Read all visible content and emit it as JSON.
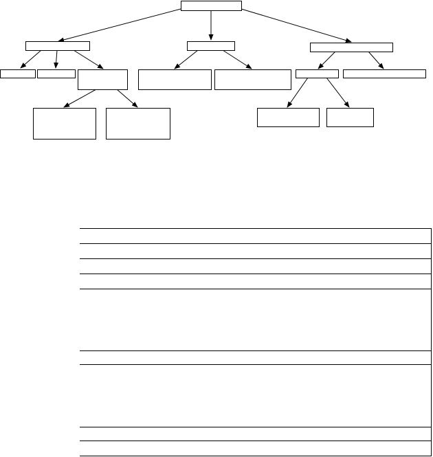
{
  "colors": {
    "background": "#ffffff",
    "stroke": "#000000"
  },
  "tree": {
    "nodes": [
      {
        "id": "root",
        "label": ""
      },
      {
        "id": "branch-left",
        "label": ""
      },
      {
        "id": "branch-middle",
        "label": ""
      },
      {
        "id": "branch-right",
        "label": ""
      },
      {
        "id": "left-child-1",
        "label": ""
      },
      {
        "id": "left-child-2",
        "label": ""
      },
      {
        "id": "left-child-3",
        "label": ""
      },
      {
        "id": "left-grandchild-1",
        "label": ""
      },
      {
        "id": "left-grandchild-2",
        "label": ""
      },
      {
        "id": "middle-child-1",
        "label": ""
      },
      {
        "id": "middle-child-2",
        "label": ""
      },
      {
        "id": "right-child-1",
        "label": ""
      },
      {
        "id": "right-child-2",
        "label": ""
      },
      {
        "id": "right-grandchild-1",
        "label": ""
      },
      {
        "id": "right-grandchild-2",
        "label": ""
      }
    ],
    "edges": [
      [
        "root",
        "branch-left"
      ],
      [
        "root",
        "branch-middle"
      ],
      [
        "root",
        "branch-right"
      ],
      [
        "branch-left",
        "left-child-1"
      ],
      [
        "branch-left",
        "left-child-2"
      ],
      [
        "branch-left",
        "left-child-3"
      ],
      [
        "left-child-3",
        "left-grandchild-1"
      ],
      [
        "left-child-3",
        "left-grandchild-2"
      ],
      [
        "branch-middle",
        "middle-child-1"
      ],
      [
        "branch-middle",
        "middle-child-2"
      ],
      [
        "branch-right",
        "right-child-1"
      ],
      [
        "branch-right",
        "right-child-2"
      ],
      [
        "right-child-1",
        "right-grandchild-1"
      ],
      [
        "right-child-1",
        "right-grandchild-2"
      ]
    ]
  },
  "table": {
    "rows": [
      {
        "id": "row-1",
        "label": ""
      },
      {
        "id": "row-2",
        "label": ""
      },
      {
        "id": "row-3",
        "label": ""
      },
      {
        "id": "row-4",
        "label": ""
      },
      {
        "id": "row-5",
        "label": ""
      },
      {
        "id": "row-6",
        "label": ""
      },
      {
        "id": "row-7",
        "label": ""
      },
      {
        "id": "row-8",
        "label": ""
      },
      {
        "id": "row-9",
        "label": ""
      },
      {
        "id": "row-10",
        "label": ""
      },
      {
        "id": "row-11",
        "label": ""
      },
      {
        "id": "row-12",
        "label": ""
      },
      {
        "id": "row-13",
        "label": ""
      },
      {
        "id": "row-14",
        "label": ""
      },
      {
        "id": "row-15",
        "label": ""
      },
      {
        "id": "row-16",
        "label": ""
      },
      {
        "id": "row-17",
        "label": ""
      }
    ]
  }
}
